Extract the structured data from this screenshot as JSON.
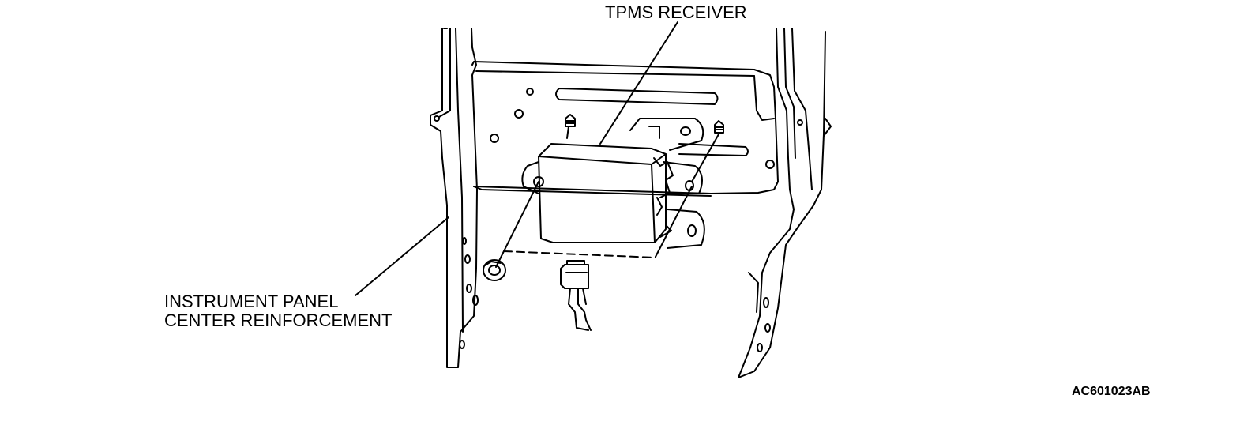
{
  "labels": {
    "receiver": "TPMS RECEIVER",
    "reinforcement_line1": "INSTRUMENT PANEL",
    "reinforcement_line2": "CENTER REINFORCEMENT",
    "figure_code": "AC601023AB"
  },
  "colors": {
    "line": "#000000",
    "background": "#ffffff"
  }
}
